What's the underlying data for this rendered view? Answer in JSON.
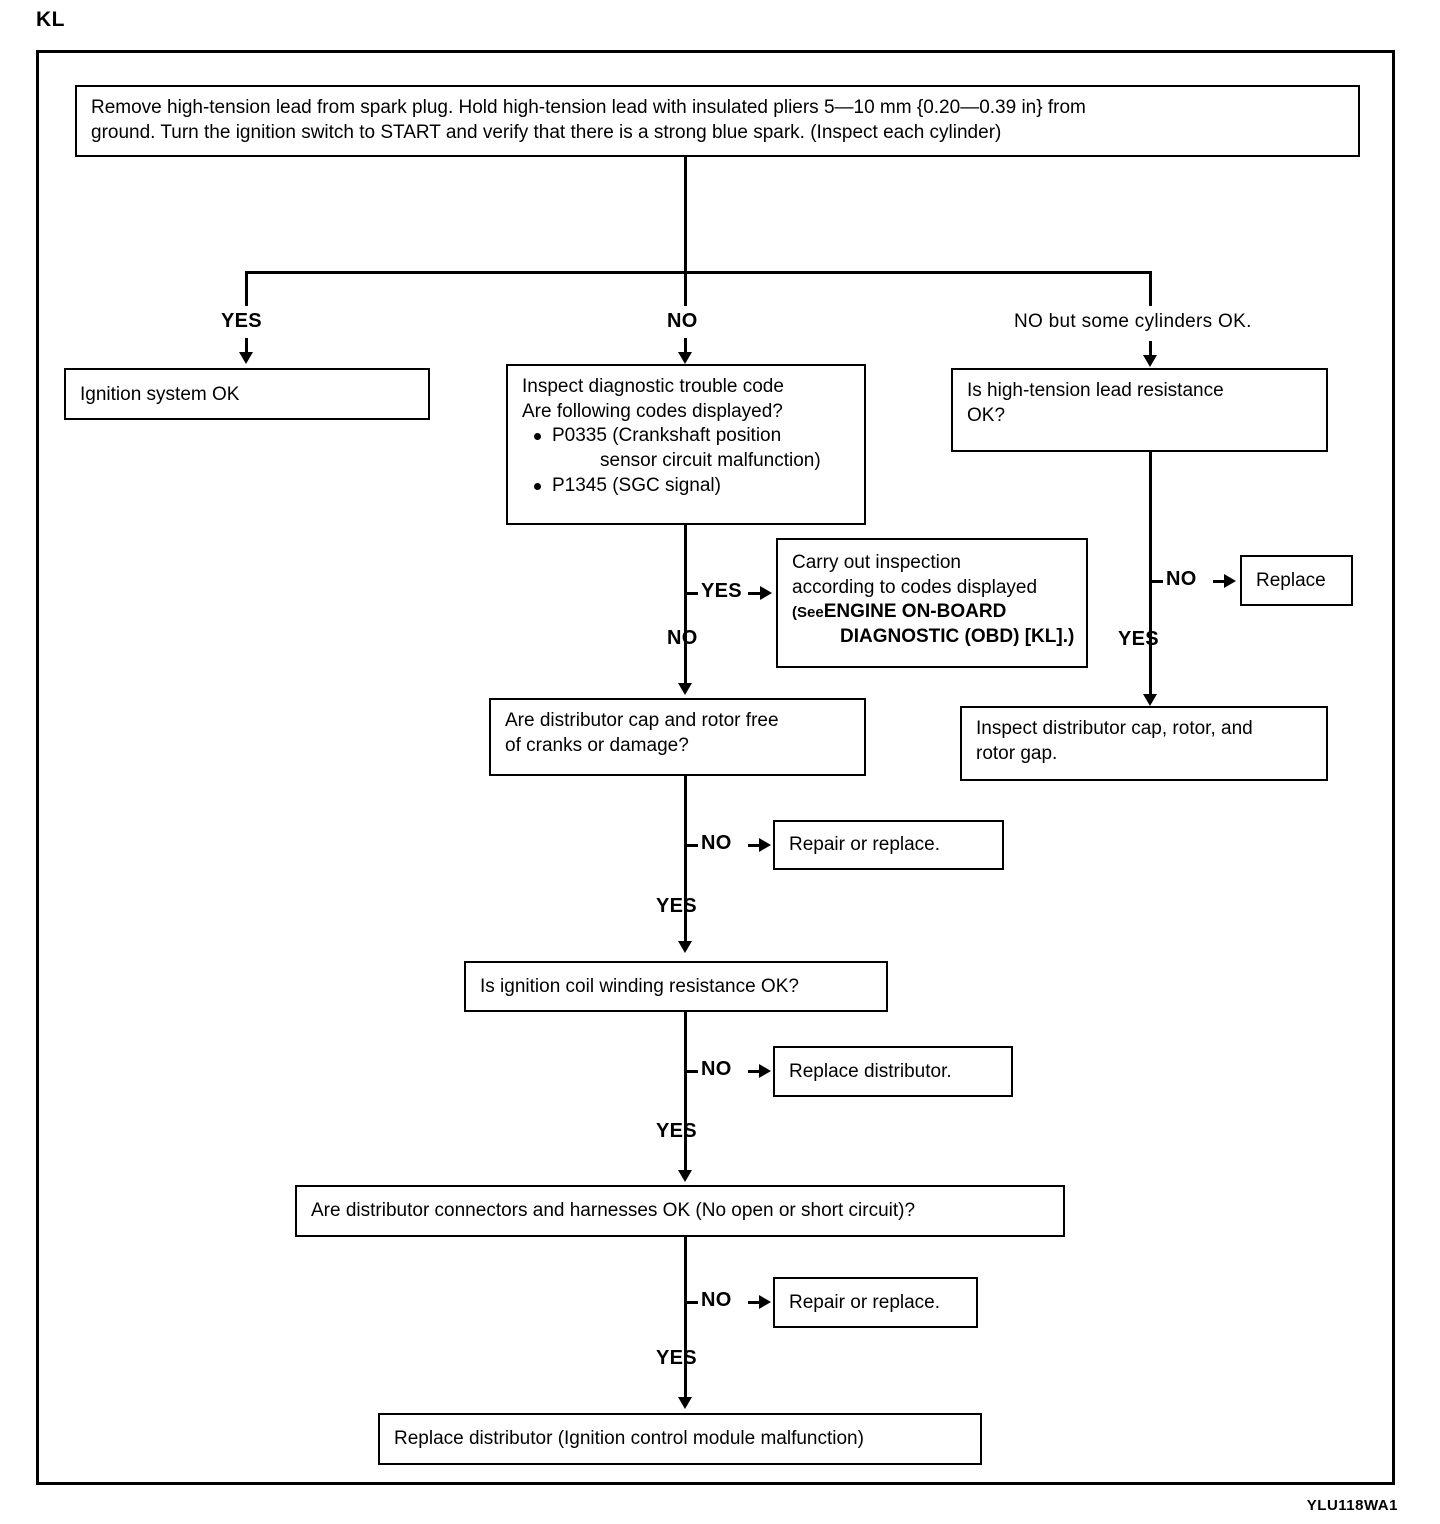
{
  "page": {
    "section_label": "KL",
    "figure_code": "YLU118WA1"
  },
  "flowchart": {
    "type": "decision-flowchart",
    "title": "KL",
    "nodes": {
      "start": {
        "name": "spark-test",
        "line1": "Remove high-tension lead from spark plug. Hold high-tension lead with insulated pliers 5—10 mm {0.20—0.39 in} from",
        "line2": "ground. Turn the ignition switch to START and verify that there is a strong blue spark. (Inspect each cylinder)"
      },
      "ignition_ok": {
        "name": "ignition-system-ok",
        "text": "Ignition system OK"
      },
      "dtc": {
        "name": "inspect-dtc",
        "line1": "Inspect diagnostic trouble code",
        "line2": "Are following codes displayed?",
        "bullet1": "P0335 (Crankshaft position",
        "bullet1_cont": "sensor circuit malfunction)",
        "bullet2": "P1345 (SGC signal)"
      },
      "ht_lead": {
        "name": "high-tension-lead-resistance",
        "line1": "Is high-tension lead resistance",
        "line2": "OK?"
      },
      "carry_out": {
        "name": "carry-out-inspection-obd",
        "line1": "Carry out inspection",
        "line2": "according to codes displayed",
        "line3_small": "(See",
        "line3": "ENGINE ON-BOARD",
        "line4": "DIAGNOSTIC (OBD) [KL].)"
      },
      "replace": {
        "name": "replace",
        "text": "Replace"
      },
      "cap_rotor": {
        "name": "distributor-cap-rotor-condition",
        "line1": "Are distributor cap and rotor free",
        "line2": "of cranks or damage?"
      },
      "inspect_cap": {
        "name": "inspect-distributor-cap-rotor-gap",
        "line1": "Inspect distributor cap, rotor, and",
        "line2": "rotor gap."
      },
      "repair1": {
        "name": "repair-or-replace-cap",
        "text": "Repair or replace."
      },
      "coil": {
        "name": "ignition-coil-winding-resistance",
        "text": "Is ignition coil winding resistance OK?"
      },
      "replace_dist1": {
        "name": "replace-distributor-coil",
        "text": "Replace distributor."
      },
      "connectors": {
        "name": "distributor-connectors-harnesses",
        "text": "Are distributor connectors and harnesses OK (No open or short circuit)?"
      },
      "repair2": {
        "name": "repair-or-replace-harness",
        "text": "Repair or replace."
      },
      "final": {
        "name": "replace-distributor-icm",
        "text": "Replace distributor (Ignition control module malfunction)"
      }
    },
    "branch_labels": {
      "yes_top": "YES",
      "no_top": "NO",
      "no_some_cyl": "NO but some cylinders OK.",
      "dtc_yes": "YES",
      "dtc_no": "NO",
      "ht_no": "NO",
      "ht_yes": "YES",
      "cap_no": "NO",
      "cap_yes": "YES",
      "coil_no": "NO",
      "coil_yes": "YES",
      "conn_no": "NO",
      "conn_yes": "YES"
    }
  }
}
